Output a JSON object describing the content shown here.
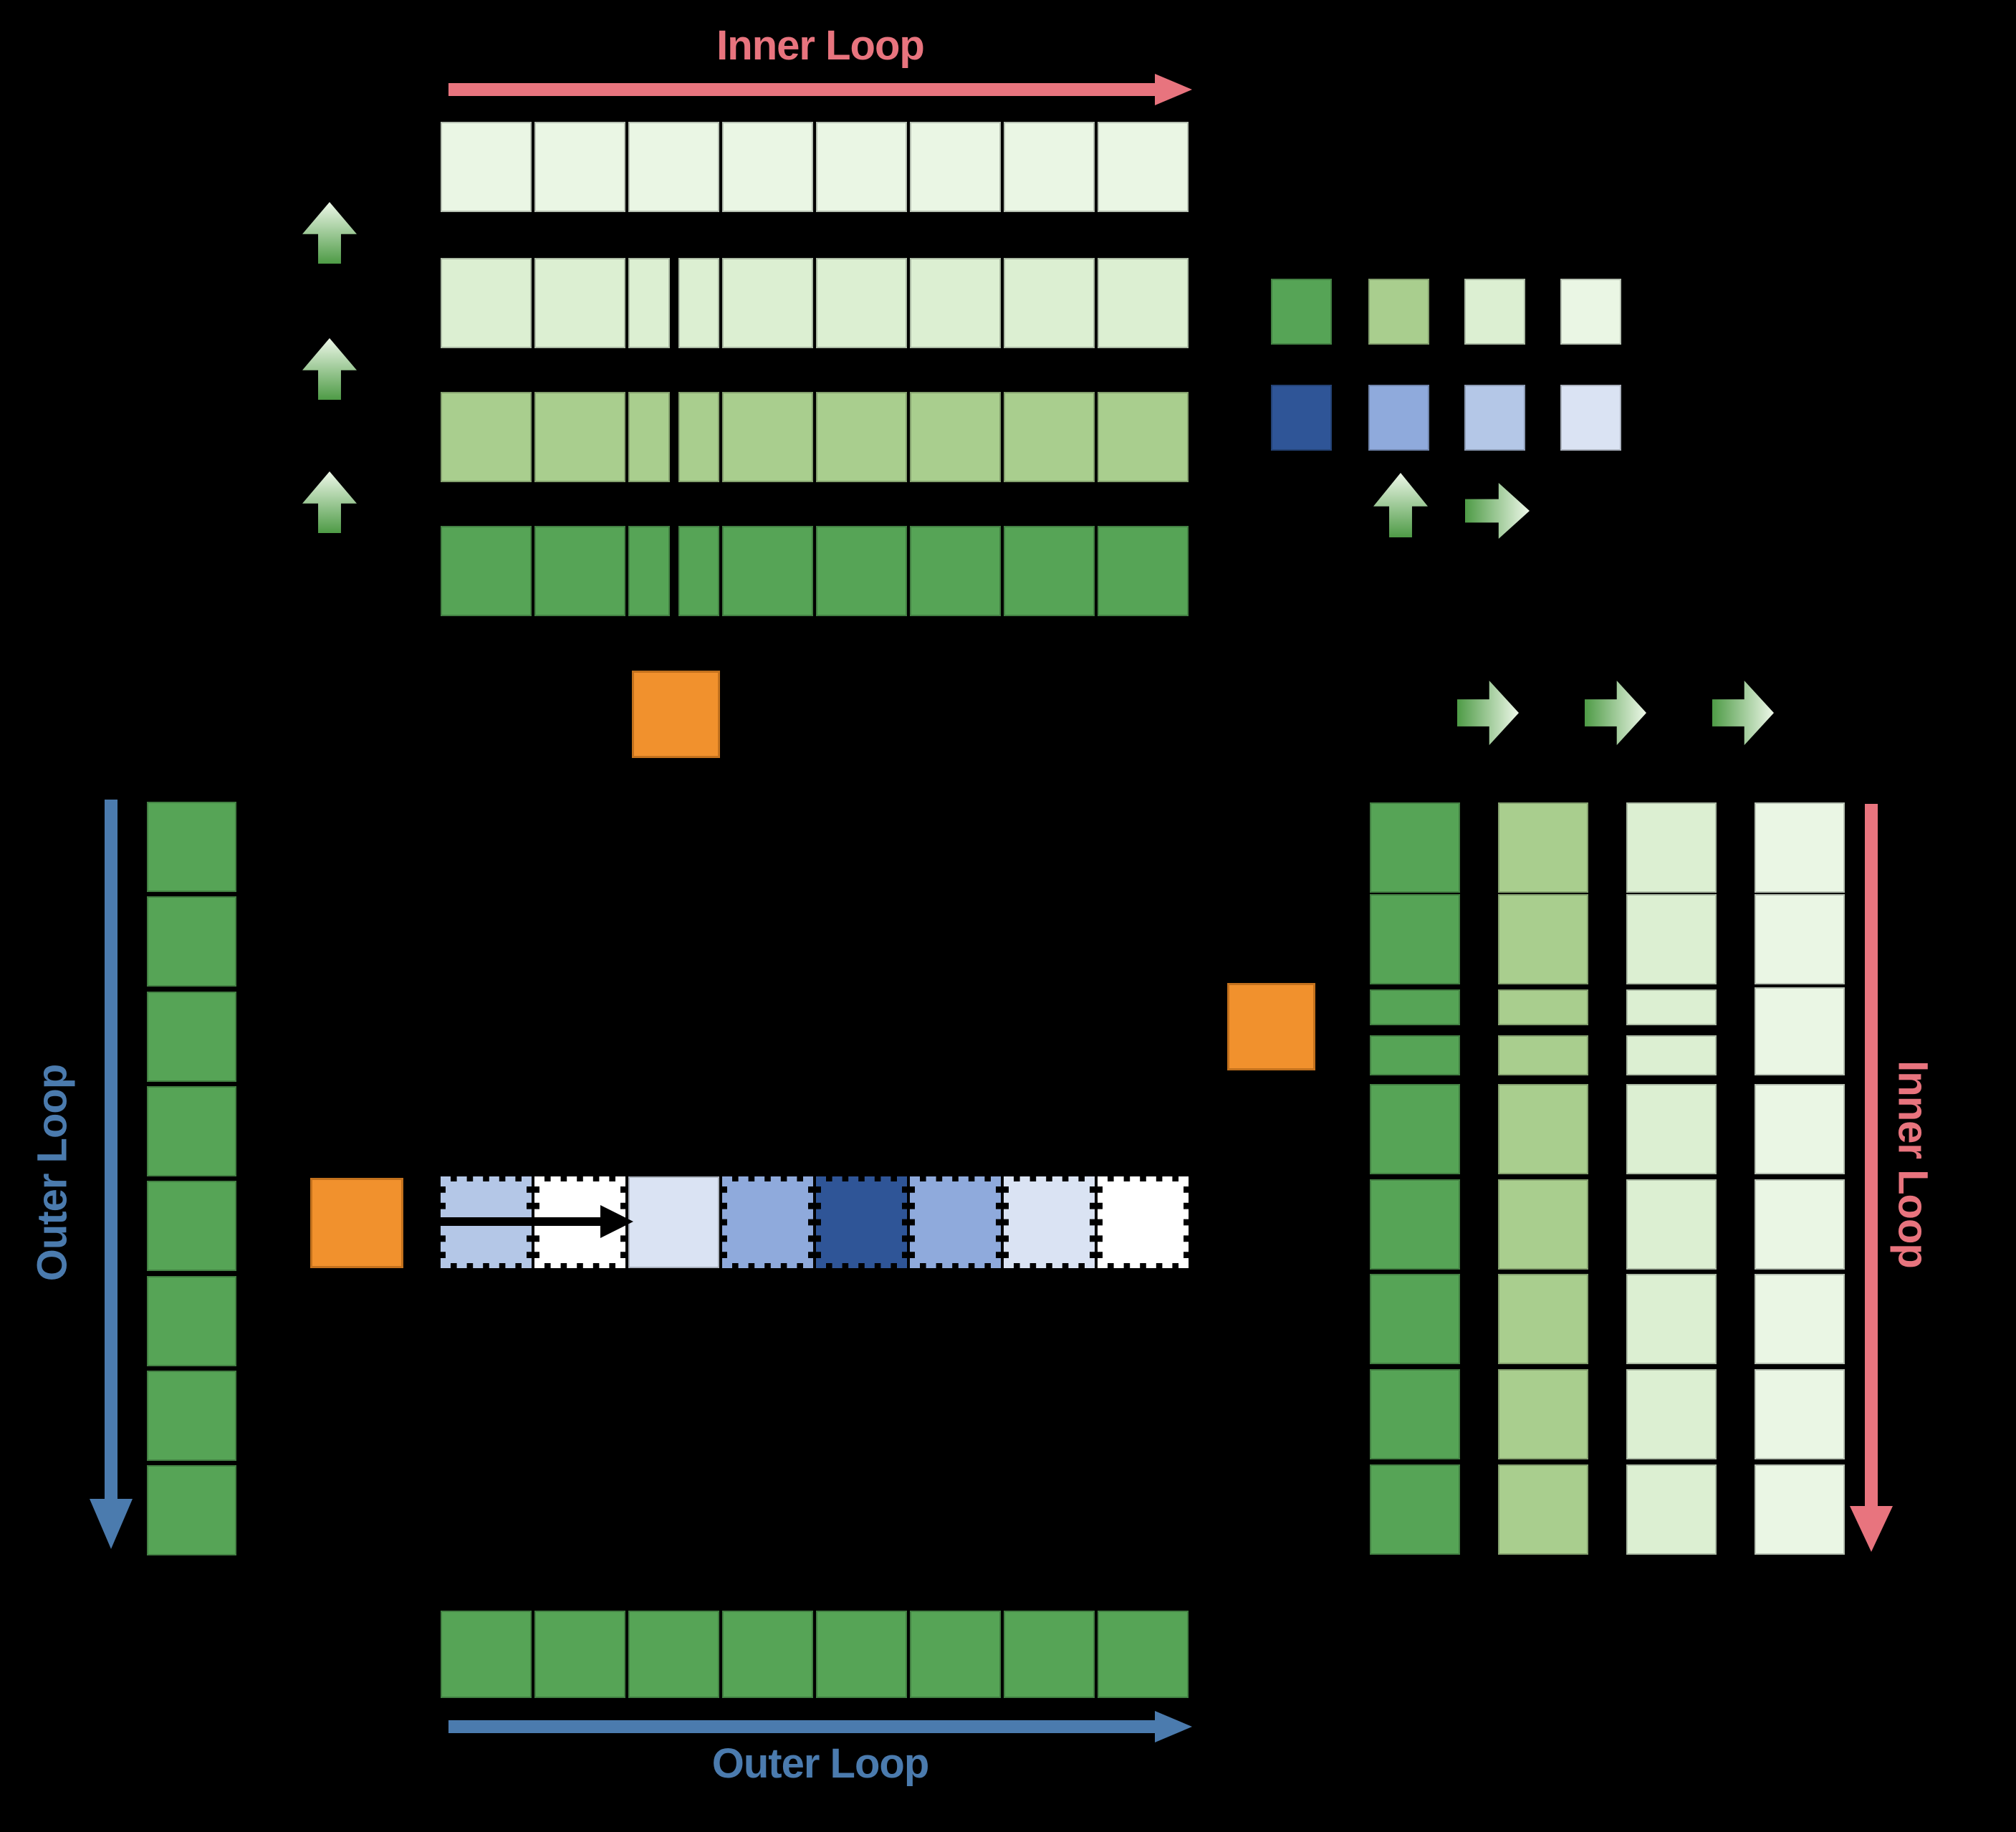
{
  "background": "#000000",
  "labels": {
    "inner_loop": "Inner Loop",
    "outer_loop": "Outer Loop",
    "inner_loop_color": "#E8747E",
    "outer_loop_color": "#4B7BAE"
  },
  "green_shades_dark_to_light": [
    "#56A456",
    "#A9CE8E",
    "#DCEFD2",
    "#EAF6E4"
  ],
  "blue_shades_dark_to_light": [
    "#2F5597",
    "#8FAADC",
    "#B4C7E7",
    "#DAE3F3"
  ],
  "top_matrix": {
    "columns": 8,
    "rows": [
      {
        "shade": "lightest-green",
        "color": "#EAF6E4",
        "split_third_cell": false
      },
      {
        "shade": "light-green",
        "color": "#DCEFD2",
        "split_third_cell": true
      },
      {
        "shade": "medium-green",
        "color": "#A9CE8E",
        "split_third_cell": true
      },
      {
        "shade": "dark-green",
        "color": "#56A456",
        "split_third_cell": true
      }
    ]
  },
  "right_matrix": {
    "rows": 8,
    "columns": [
      {
        "shade": "dark-green",
        "color": "#56A456",
        "split_third_cell": true
      },
      {
        "shade": "medium-green",
        "color": "#A9CE8E",
        "split_third_cell": true
      },
      {
        "shade": "light-green",
        "color": "#DCEFD2",
        "split_third_cell": true
      },
      {
        "shade": "lightest-green",
        "color": "#EAF6E4",
        "split_third_cell": false
      }
    ]
  },
  "left_vector": {
    "cells": 8,
    "color": "#56A456"
  },
  "bottom_vector": {
    "cells": 8,
    "color": "#56A456"
  },
  "middle_register_row": {
    "cells": [
      {
        "color": "#B4C7E7",
        "dashed": true
      },
      {
        "color": "#FFFFFF",
        "dashed": true
      },
      {
        "color": "#DAE3F3",
        "dashed": false
      },
      {
        "color": "#8FAADC",
        "dashed": true
      },
      {
        "color": "#2F5597",
        "dashed": true
      },
      {
        "color": "#8FAADC",
        "dashed": true
      },
      {
        "color": "#DAE3F3",
        "dashed": true
      },
      {
        "color": "#FFFFFF",
        "dashed": true
      }
    ]
  },
  "legend": {
    "green_row": [
      "#56A456",
      "#A9CE8E",
      "#DCEFD2",
      "#EAF6E4"
    ],
    "blue_row": [
      "#2F5597",
      "#8FAADC",
      "#B4C7E7",
      "#DAE3F3"
    ]
  },
  "orange_tiles": {
    "color": "#F1912D",
    "positions": [
      "top",
      "left",
      "right"
    ]
  },
  "arrows": {
    "gradient_dark": "#4E9B46",
    "gradient_light": "#EEF8E9",
    "up_arrows_left_count": 3,
    "right_arrows_top_count": 3,
    "store_arrow_color": "#000000"
  }
}
